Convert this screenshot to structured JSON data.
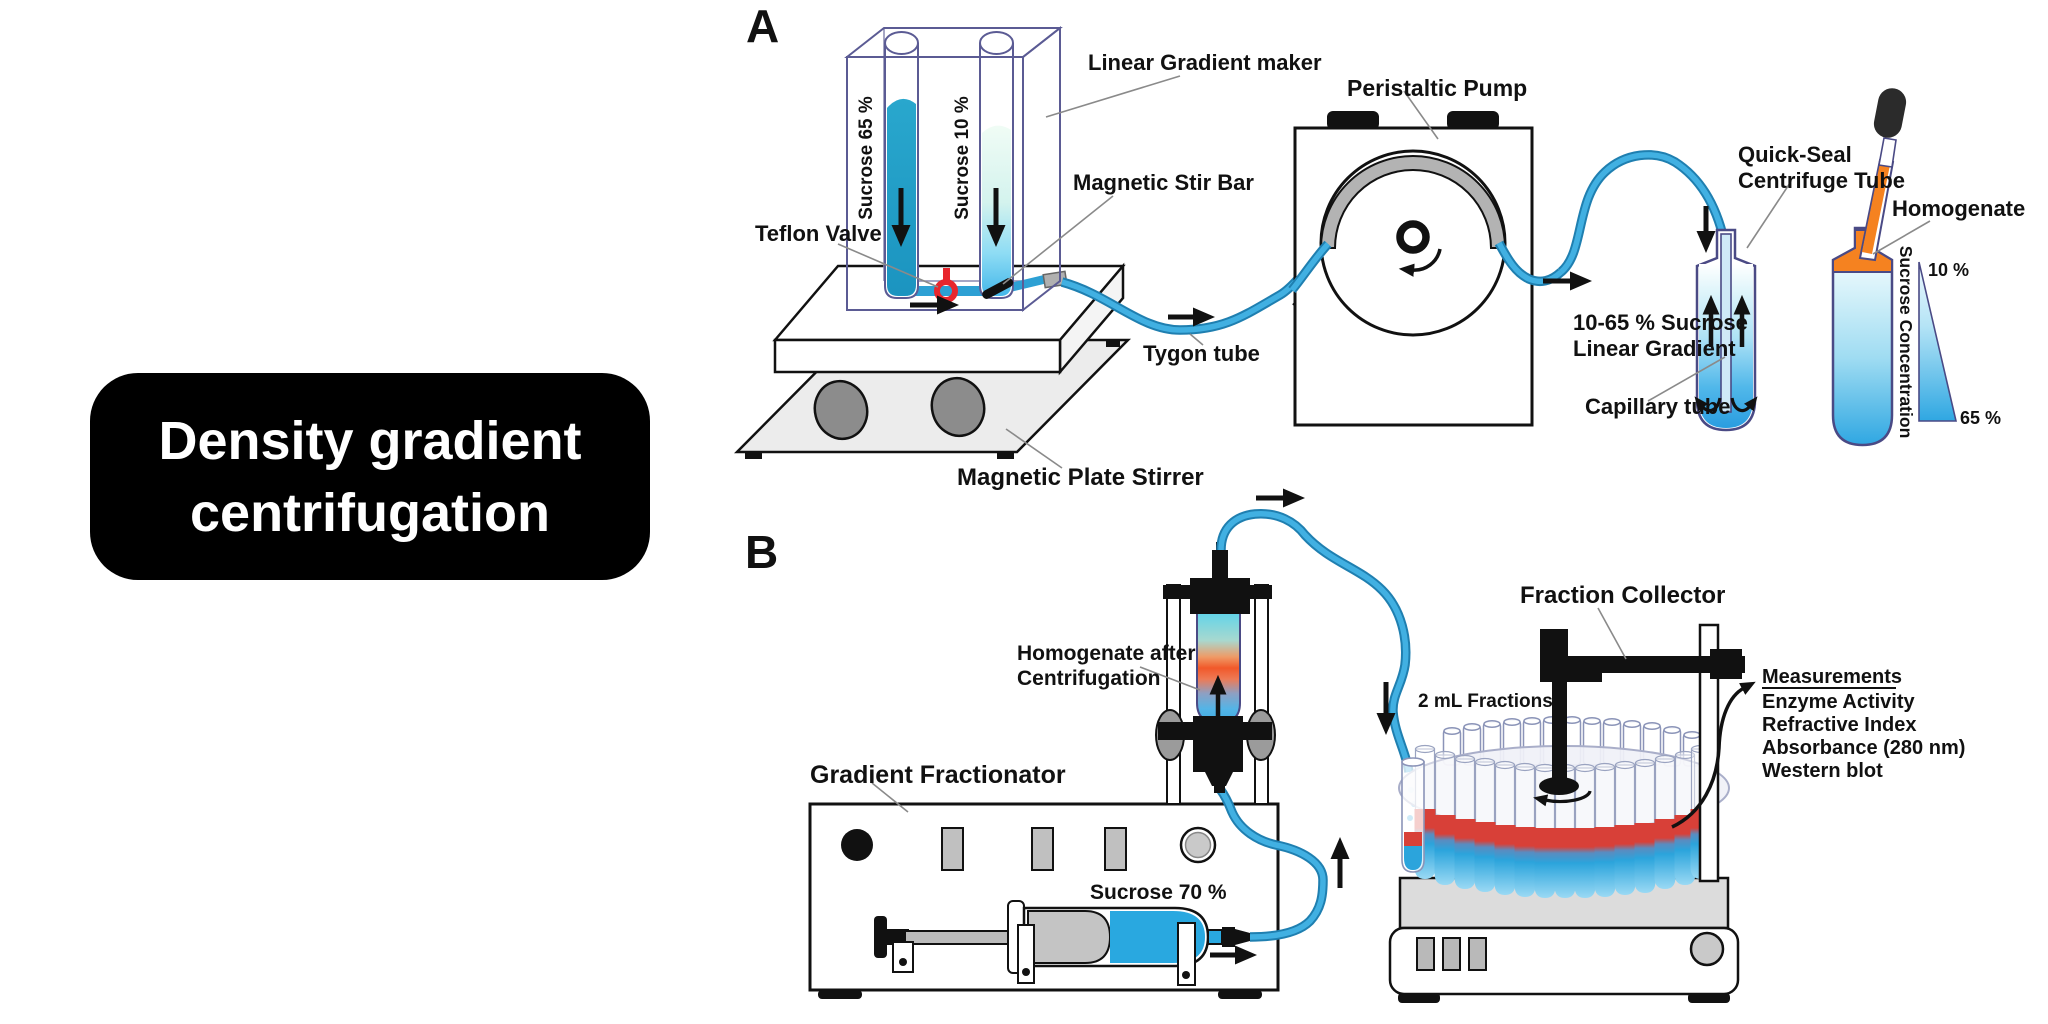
{
  "title": {
    "line1": "Density gradient",
    "line2": "centrifugation"
  },
  "panels": {
    "a": "A",
    "b": "B"
  },
  "panel_a": {
    "labels": {
      "linear_gradient_maker": "Linear Gradient maker",
      "sucrose_65": "Sucrose 65 %",
      "sucrose_10": "Sucrose 10 %",
      "teflon_valve": "Teflon Valve",
      "magnetic_stir_bar": "Magnetic Stir Bar",
      "tygon_tube": "Tygon tube",
      "magnetic_plate_stirrer": "Magnetic Plate Stirrer",
      "peristaltic_pump": "Peristaltic Pump",
      "quick_seal_line1": "Quick-Seal",
      "quick_seal_line2": "Centrifuge Tube",
      "gradient_line1": "10-65 % Sucrose",
      "gradient_line2": "Linear Gradient",
      "capillary_tube": "Capillary tube",
      "homogenate": "Homogenate",
      "sucrose_concentration": "Sucrose Concentration",
      "pct_top": "10 %",
      "pct_bottom": "65 %"
    }
  },
  "panel_b": {
    "labels": {
      "homogenate_after_line1": "Homogenate after",
      "homogenate_after_line2": "Centrifugation",
      "gradient_fractionator": "Gradient Fractionator",
      "sucrose_70": "Sucrose 70 %",
      "fraction_collector": "Fraction Collector",
      "two_ml_fractions": "2 mL Fractions",
      "measurements_title": "Measurements",
      "measurements": [
        "Enzyme Activity",
        "Refractive Index",
        "Absorbance (280 nm)",
        "Western blot"
      ]
    }
  },
  "colors": {
    "tube_blue": "#41b0e2",
    "tube_blue_dark": "#1f7fb0",
    "sucrose65_teal": "#1d9dc6",
    "homogenate_orange": "#f58220",
    "valve_red": "#e8262d",
    "fraction_red": "#d84038",
    "fraction_blue": "#2ba4dc",
    "outline_navy": "#4a4a85",
    "title_bg": "#000000",
    "title_fg": "#ffffff"
  }
}
